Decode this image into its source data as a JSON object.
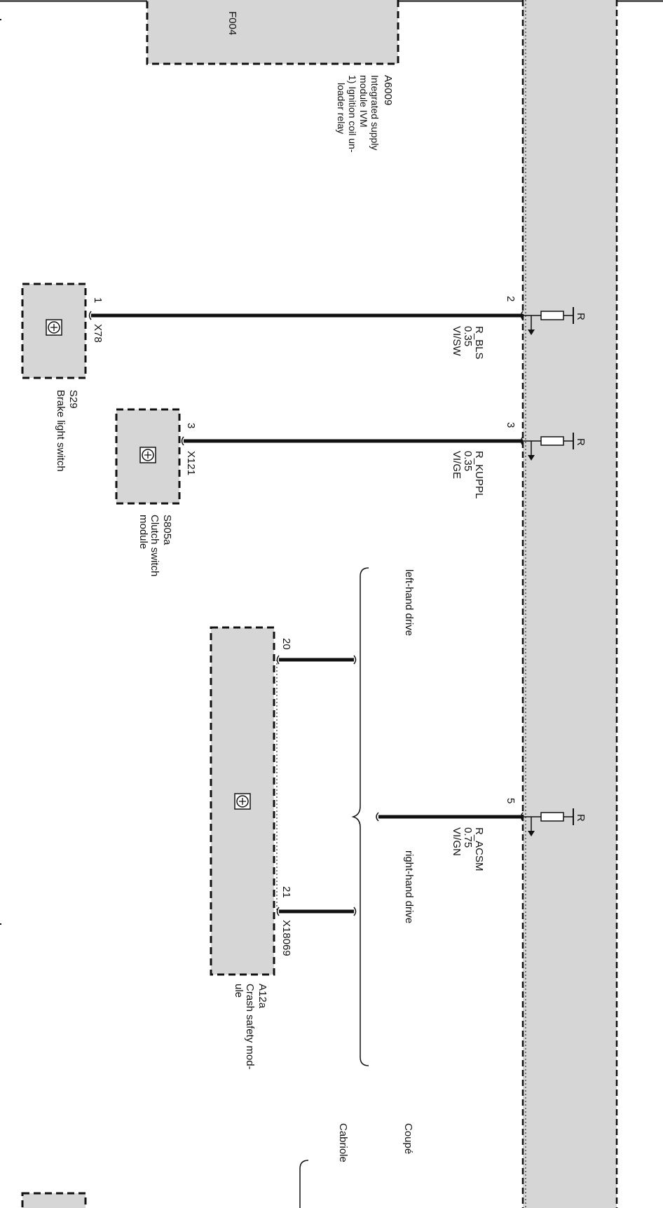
{
  "colors": {
    "module_fill": "#d9d9d9",
    "line": "#111111",
    "background": "#ffffff"
  },
  "top_module": {
    "label": "F004",
    "id": "A6009",
    "name_lines": [
      "Integrated supply",
      "module IVM",
      "1) Ignition coil un-",
      "loader relay"
    ]
  },
  "connections": [
    {
      "signal": "R_BLS",
      "cross_section": "0.35",
      "color_code": "VI/SW",
      "module_pin": "2",
      "resistor_label": "R",
      "component_pin": "1",
      "connector": "X78",
      "component_id": "S29",
      "component_name_lines": [
        "Brake light switch"
      ]
    },
    {
      "signal": "R_KUPPL",
      "cross_section": "0.35",
      "color_code": "VI/GE",
      "module_pin": "3",
      "resistor_label": "R",
      "component_pin": "3",
      "connector": "X121",
      "component_id": "S805a",
      "component_name_lines": [
        "Clutch switch",
        "module"
      ]
    },
    {
      "signal": "R_ACSM",
      "cross_section": "0.75",
      "color_code": "VI/GN",
      "module_pin": "5",
      "resistor_label": "R",
      "variant_left": "left-hand drive",
      "variant_right": "right-hand drive",
      "component_pin_left": "20",
      "component_pin_right": "21",
      "connector": "X18069",
      "component_id": "A12a",
      "component_name_lines": [
        "Crash safety mod-",
        "ule"
      ]
    }
  ],
  "body_variants": {
    "coupe": "Coupé",
    "cabriolet": "Cabriole"
  }
}
